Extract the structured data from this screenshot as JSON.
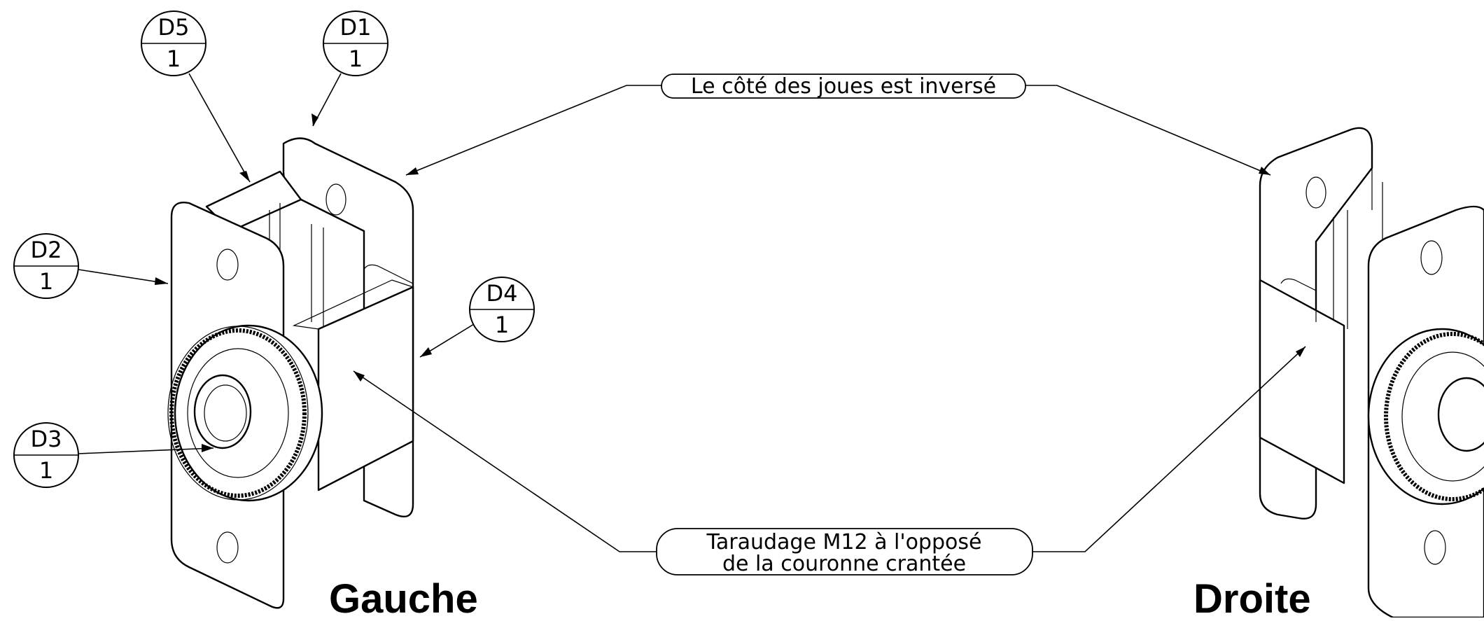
{
  "balloons": [
    {
      "id": "D5",
      "top": "D5",
      "bottom": "1"
    },
    {
      "id": "D1",
      "top": "D1",
      "bottom": "1"
    },
    {
      "id": "D2",
      "top": "D2",
      "bottom": "1"
    },
    {
      "id": "D4",
      "top": "D4",
      "bottom": "1"
    },
    {
      "id": "D3",
      "top": "D3",
      "bottom": "1"
    }
  ],
  "notes": {
    "inverted_side": "Le côté des joues est inversé",
    "tapping_line1": "Taraudage M12 à l'opposé",
    "tapping_line2": "de la couronne crantée"
  },
  "views": {
    "left_label": "Gauche",
    "right_label": "Droite"
  }
}
